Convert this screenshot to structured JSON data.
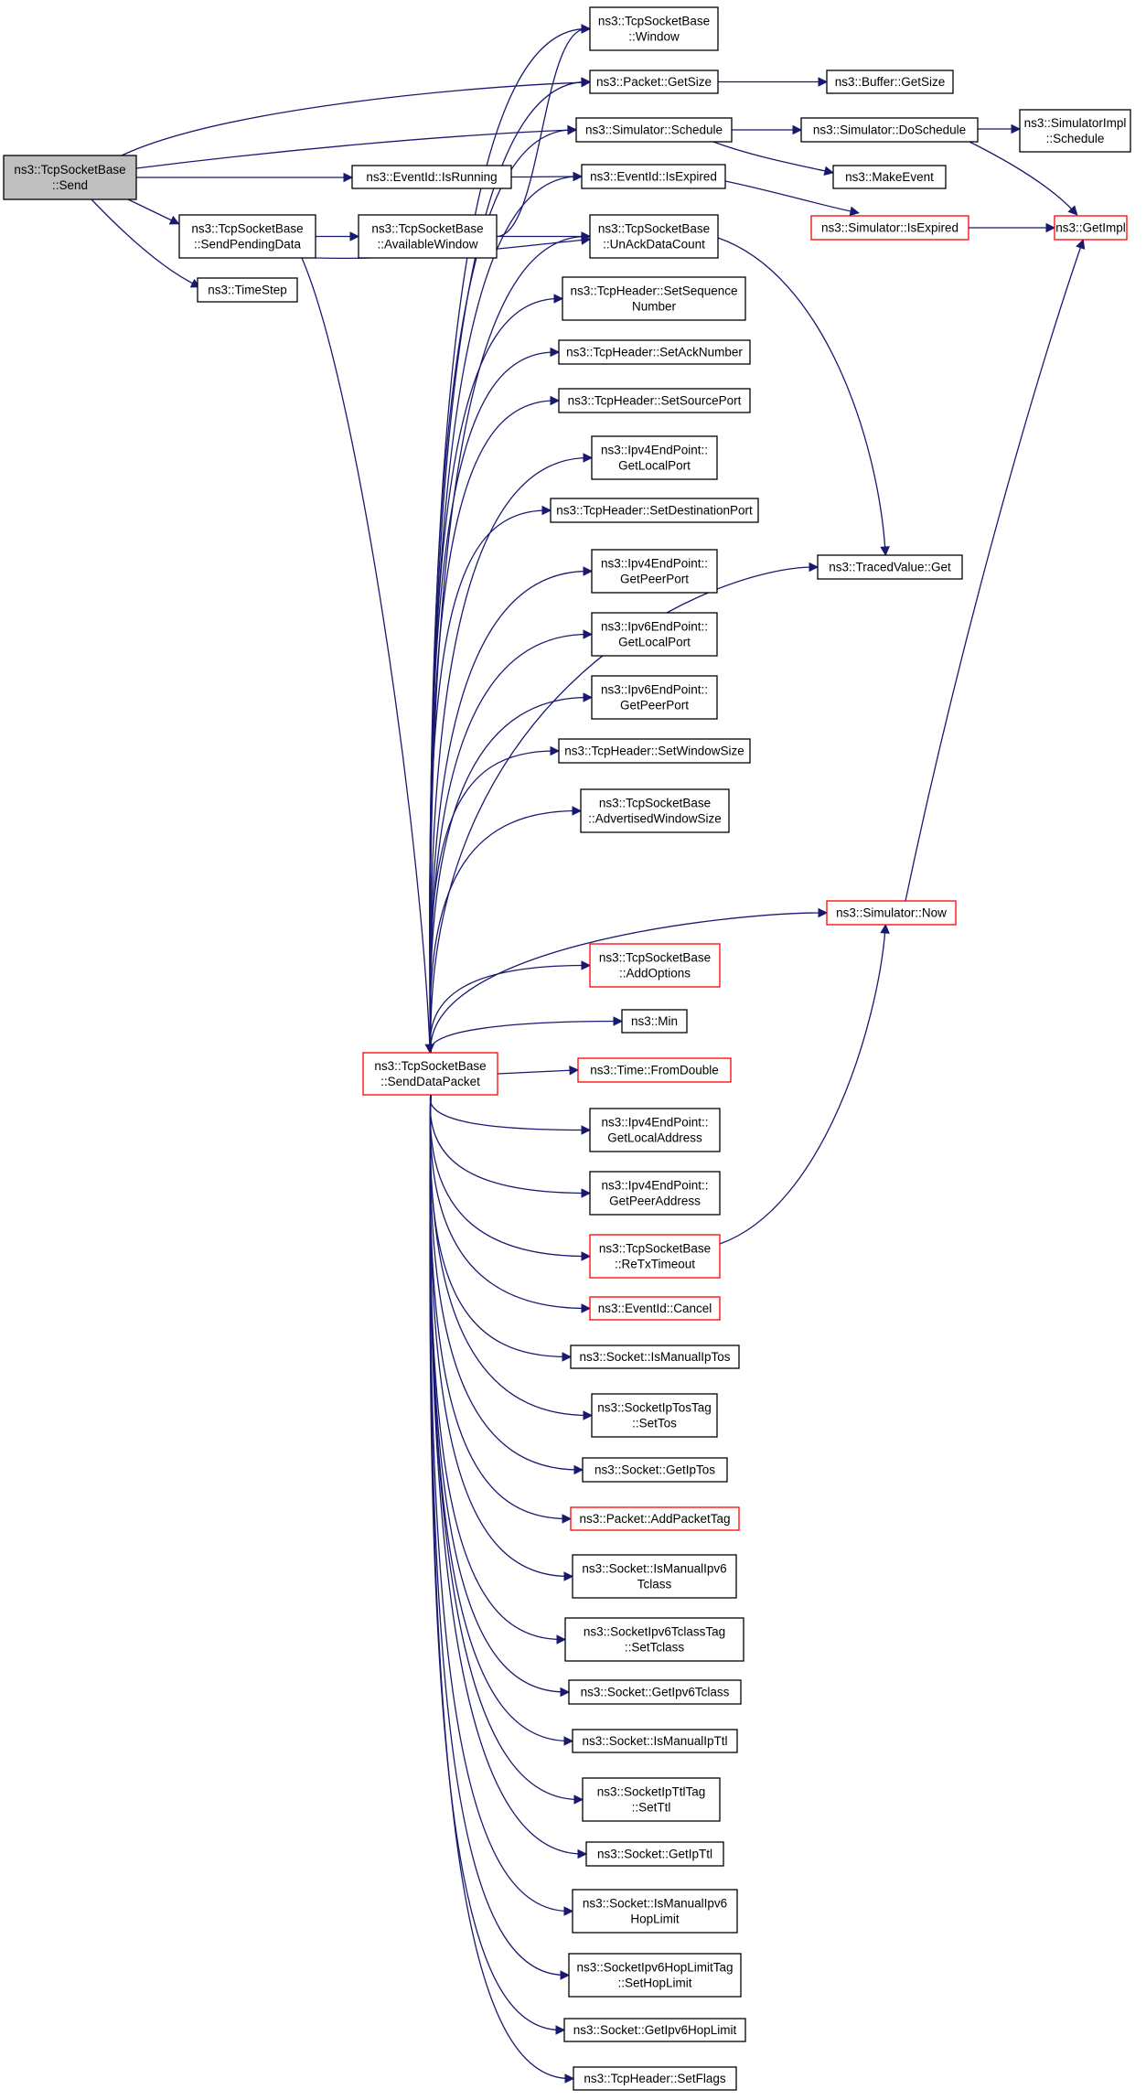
{
  "colors": {
    "edge": "#191970",
    "node_border": "#000000",
    "node_border_incomplete": "#ff0000",
    "root_fill": "#bfbfbf",
    "node_fill": "#ffffff"
  },
  "nodes": {
    "send": {
      "lines": [
        "ns3::TcpSocketBase",
        "::Send"
      ],
      "kind": "root"
    },
    "isrunning": {
      "lines": [
        "ns3::EventId::IsRunning"
      ],
      "kind": "normal"
    },
    "sendpending": {
      "lines": [
        "ns3::TcpSocketBase",
        "::SendPendingData"
      ],
      "kind": "normal"
    },
    "timestep": {
      "lines": [
        "ns3::TimeStep"
      ],
      "kind": "normal"
    },
    "availwin": {
      "lines": [
        "ns3::TcpSocketBase",
        "::AvailableWindow"
      ],
      "kind": "normal"
    },
    "window": {
      "lines": [
        "ns3::TcpSocketBase",
        "::Window"
      ],
      "kind": "normal"
    },
    "getsize": {
      "lines": [
        "ns3::Packet::GetSize"
      ],
      "kind": "normal"
    },
    "schedule": {
      "lines": [
        "ns3::Simulator::Schedule"
      ],
      "kind": "normal"
    },
    "isexpired": {
      "lines": [
        "ns3::EventId::IsExpired"
      ],
      "kind": "normal"
    },
    "unack": {
      "lines": [
        "ns3::TcpSocketBase",
        "::UnAckDataCount"
      ],
      "kind": "normal"
    },
    "setseq": {
      "lines": [
        "ns3::TcpHeader::SetSequence",
        "Number"
      ],
      "kind": "normal"
    },
    "setack": {
      "lines": [
        "ns3::TcpHeader::SetAckNumber"
      ],
      "kind": "normal"
    },
    "setsrc": {
      "lines": [
        "ns3::TcpHeader::SetSourcePort"
      ],
      "kind": "normal"
    },
    "ip4loc": {
      "lines": [
        "ns3::Ipv4EndPoint::",
        "GetLocalPort"
      ],
      "kind": "normal"
    },
    "setdst": {
      "lines": [
        "ns3::TcpHeader::SetDestinationPort"
      ],
      "kind": "normal"
    },
    "ip4peer": {
      "lines": [
        "ns3::Ipv4EndPoint::",
        "GetPeerPort"
      ],
      "kind": "normal"
    },
    "ip6loc": {
      "lines": [
        "ns3::Ipv6EndPoint::",
        "GetLocalPort"
      ],
      "kind": "normal"
    },
    "ip6peer": {
      "lines": [
        "ns3::Ipv6EndPoint::",
        "GetPeerPort"
      ],
      "kind": "normal"
    },
    "setwin": {
      "lines": [
        "ns3::TcpHeader::SetWindowSize"
      ],
      "kind": "normal"
    },
    "advwin": {
      "lines": [
        "ns3::TcpSocketBase",
        "::AdvertisedWindowSize"
      ],
      "kind": "normal"
    },
    "addopt": {
      "lines": [
        "ns3::TcpSocketBase",
        "::AddOptions"
      ],
      "kind": "incomplete"
    },
    "min": {
      "lines": [
        "ns3::Min"
      ],
      "kind": "normal"
    },
    "fromdouble": {
      "lines": [
        "ns3::Time::FromDouble"
      ],
      "kind": "incomplete"
    },
    "ip4locaddr": {
      "lines": [
        "ns3::Ipv4EndPoint::",
        "GetLocalAddress"
      ],
      "kind": "normal"
    },
    "ip4peeraddr": {
      "lines": [
        "ns3::Ipv4EndPoint::",
        "GetPeerAddress"
      ],
      "kind": "normal"
    },
    "retx": {
      "lines": [
        "ns3::TcpSocketBase",
        "::ReTxTimeout"
      ],
      "kind": "incomplete"
    },
    "cancel": {
      "lines": [
        "ns3::EventId::Cancel"
      ],
      "kind": "incomplete"
    },
    "ismiptos": {
      "lines": [
        "ns3::Socket::IsManualIpTos"
      ],
      "kind": "normal"
    },
    "settos": {
      "lines": [
        "ns3::SocketIpTosTag",
        "::SetTos"
      ],
      "kind": "normal"
    },
    "getiptos": {
      "lines": [
        "ns3::Socket::GetIpTos"
      ],
      "kind": "normal"
    },
    "addtag": {
      "lines": [
        "ns3::Packet::AddPacketTag"
      ],
      "kind": "incomplete"
    },
    "ism6tc": {
      "lines": [
        "ns3::Socket::IsManualIpv6",
        "Tclass"
      ],
      "kind": "normal"
    },
    "settc": {
      "lines": [
        "ns3::SocketIpv6TclassTag",
        "::SetTclass"
      ],
      "kind": "normal"
    },
    "get6tc": {
      "lines": [
        "ns3::Socket::GetIpv6Tclass"
      ],
      "kind": "normal"
    },
    "ismttl": {
      "lines": [
        "ns3::Socket::IsManualIpTtl"
      ],
      "kind": "normal"
    },
    "setttl": {
      "lines": [
        "ns3::SocketIpTtlTag",
        "::SetTtl"
      ],
      "kind": "normal"
    },
    "getttl": {
      "lines": [
        "ns3::Socket::GetIpTtl"
      ],
      "kind": "normal"
    },
    "ism6hl": {
      "lines": [
        "ns3::Socket::IsManualIpv6",
        "HopLimit"
      ],
      "kind": "normal"
    },
    "sethl": {
      "lines": [
        "ns3::SocketIpv6HopLimitTag",
        "::SetHopLimit"
      ],
      "kind": "normal"
    },
    "get6hl": {
      "lines": [
        "ns3::Socket::GetIpv6HopLimit"
      ],
      "kind": "normal"
    },
    "setflags": {
      "lines": [
        "ns3::TcpHeader::SetFlags"
      ],
      "kind": "normal"
    },
    "senddata": {
      "lines": [
        "ns3::TcpSocketBase",
        "::SendDataPacket"
      ],
      "kind": "incomplete"
    },
    "bufsize": {
      "lines": [
        "ns3::Buffer::GetSize"
      ],
      "kind": "normal"
    },
    "dosched": {
      "lines": [
        "ns3::Simulator::DoSchedule"
      ],
      "kind": "normal"
    },
    "makeevent": {
      "lines": [
        "ns3::MakeEvent"
      ],
      "kind": "normal"
    },
    "simexp": {
      "lines": [
        "ns3::Simulator::IsExpired"
      ],
      "kind": "incomplete"
    },
    "traced": {
      "lines": [
        "ns3::TracedValue::Get"
      ],
      "kind": "normal"
    },
    "now": {
      "lines": [
        "ns3::Simulator::Now"
      ],
      "kind": "incomplete"
    },
    "implsched": {
      "lines": [
        "ns3::SimulatorImpl",
        "::Schedule"
      ],
      "kind": "normal"
    },
    "getimpl": {
      "lines": [
        "ns3::GetImpl"
      ],
      "kind": "incomplete"
    }
  },
  "edges": [
    [
      "send",
      "getsize"
    ],
    [
      "send",
      "schedule"
    ],
    [
      "send",
      "isrunning"
    ],
    [
      "send",
      "sendpending"
    ],
    [
      "send",
      "timestep"
    ],
    [
      "isrunning",
      "isexpired"
    ],
    [
      "sendpending",
      "availwin"
    ],
    [
      "sendpending",
      "unack"
    ],
    [
      "sendpending",
      "senddata"
    ],
    [
      "availwin",
      "window"
    ],
    [
      "availwin",
      "unack"
    ],
    [
      "getsize",
      "bufsize"
    ],
    [
      "schedule",
      "dosched"
    ],
    [
      "schedule",
      "makeevent"
    ],
    [
      "dosched",
      "implsched"
    ],
    [
      "dosched",
      "getimpl"
    ],
    [
      "isexpired",
      "simexp"
    ],
    [
      "simexp",
      "getimpl"
    ],
    [
      "unack",
      "traced"
    ],
    [
      "now",
      "getimpl"
    ],
    [
      "retx",
      "now"
    ],
    [
      "senddata",
      "window"
    ],
    [
      "senddata",
      "getsize"
    ],
    [
      "senddata",
      "schedule"
    ],
    [
      "senddata",
      "isexpired"
    ],
    [
      "senddata",
      "unack"
    ],
    [
      "senddata",
      "setseq"
    ],
    [
      "senddata",
      "setack"
    ],
    [
      "senddata",
      "setsrc"
    ],
    [
      "senddata",
      "ip4loc"
    ],
    [
      "senddata",
      "setdst"
    ],
    [
      "senddata",
      "ip4peer"
    ],
    [
      "senddata",
      "ip6loc"
    ],
    [
      "senddata",
      "ip6peer"
    ],
    [
      "senddata",
      "setwin"
    ],
    [
      "senddata",
      "advwin"
    ],
    [
      "senddata",
      "traced"
    ],
    [
      "senddata",
      "now"
    ],
    [
      "senddata",
      "addopt"
    ],
    [
      "senddata",
      "min"
    ],
    [
      "senddata",
      "fromdouble"
    ],
    [
      "senddata",
      "ip4locaddr"
    ],
    [
      "senddata",
      "ip4peeraddr"
    ],
    [
      "senddata",
      "retx"
    ],
    [
      "senddata",
      "cancel"
    ],
    [
      "senddata",
      "ismiptos"
    ],
    [
      "senddata",
      "settos"
    ],
    [
      "senddata",
      "getiptos"
    ],
    [
      "senddata",
      "addtag"
    ],
    [
      "senddata",
      "ism6tc"
    ],
    [
      "senddata",
      "settc"
    ],
    [
      "senddata",
      "get6tc"
    ],
    [
      "senddata",
      "ismttl"
    ],
    [
      "senddata",
      "setttl"
    ],
    [
      "senddata",
      "getttl"
    ],
    [
      "senddata",
      "ism6hl"
    ],
    [
      "senddata",
      "sethl"
    ],
    [
      "senddata",
      "get6hl"
    ],
    [
      "senddata",
      "setflags"
    ]
  ]
}
